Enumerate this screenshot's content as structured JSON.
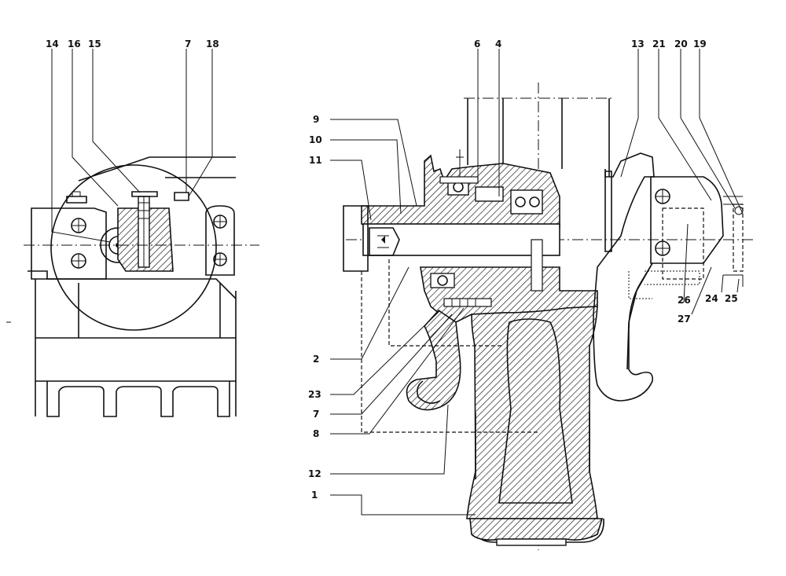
{
  "diagram": {
    "left_view_callouts": [
      "14",
      "16",
      "15",
      "7",
      "18"
    ],
    "right_view_top_callouts": [
      "6",
      "4",
      "13",
      "21",
      "20",
      "19"
    ],
    "right_view_left_callouts": [
      "9",
      "10",
      "11",
      "2",
      "23",
      "7",
      "8",
      "12",
      "1"
    ],
    "right_view_right_callouts": [
      "26",
      "27",
      "24",
      "25"
    ]
  }
}
